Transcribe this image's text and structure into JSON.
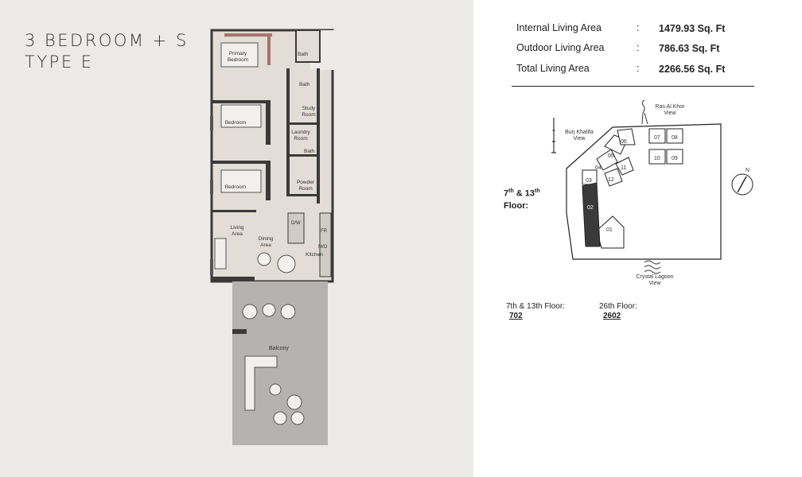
{
  "title": {
    "line1": "3 BEDROOM + S",
    "line2": "TYPE E"
  },
  "areas": [
    {
      "label": "Internal Living Area",
      "value": "1479.93 Sq. Ft"
    },
    {
      "label": "Outdoor Living Area",
      "value": "786.63 Sq. Ft"
    },
    {
      "label": "Total Living Area",
      "value": "2266.56 Sq. Ft"
    }
  ],
  "plan_rooms": {
    "primary_bedroom": [
      "Primary",
      "Bedroom"
    ],
    "bath1": "Bath",
    "bath2": "Bath",
    "study": [
      "Study",
      "Room"
    ],
    "laundry": [
      "Laundry",
      "Room"
    ],
    "bath3": "Bath",
    "powder": [
      "Powder",
      "Room"
    ],
    "bedroom2": "Bedroom",
    "bedroom3": "Bedroom",
    "living": [
      "Living",
      "Area"
    ],
    "dining": [
      "Dining",
      "Area"
    ],
    "kitchen": "Kitchen",
    "dw": "D/W",
    "fr": "FR",
    "mo": "M/O",
    "balcony": "Balcony"
  },
  "site_plan": {
    "views": {
      "ras_al_khor": [
        "Ras Al Khor",
        "View"
      ],
      "burj_khalifa": [
        "Burj Khalifa",
        "View"
      ],
      "crystal_lagoon": [
        "Crystal Lagoon",
        "View"
      ]
    },
    "units": [
      "01",
      "02",
      "03",
      "04",
      "05",
      "06",
      "07",
      "08",
      "09",
      "10",
      "11",
      "12"
    ],
    "highlighted_unit": "02",
    "north": "N",
    "floor_label": {
      "line1_num": "7",
      "line1_sup1": "th",
      "line1_mid": " & 13",
      "line1_sup2": "th",
      "line2": "Floor:"
    }
  },
  "unit_legend": [
    {
      "label": "7th & 13th Floor:",
      "unit": "702"
    },
    {
      "label": "26th Floor:",
      "unit": "2602"
    }
  ],
  "colors": {
    "wall": "#3a3a3a",
    "floor": "#e2ddd6",
    "balcony": "#b5b3af",
    "accent_wall": "#a8756a",
    "highlight_unit": "#3a3a3a"
  }
}
